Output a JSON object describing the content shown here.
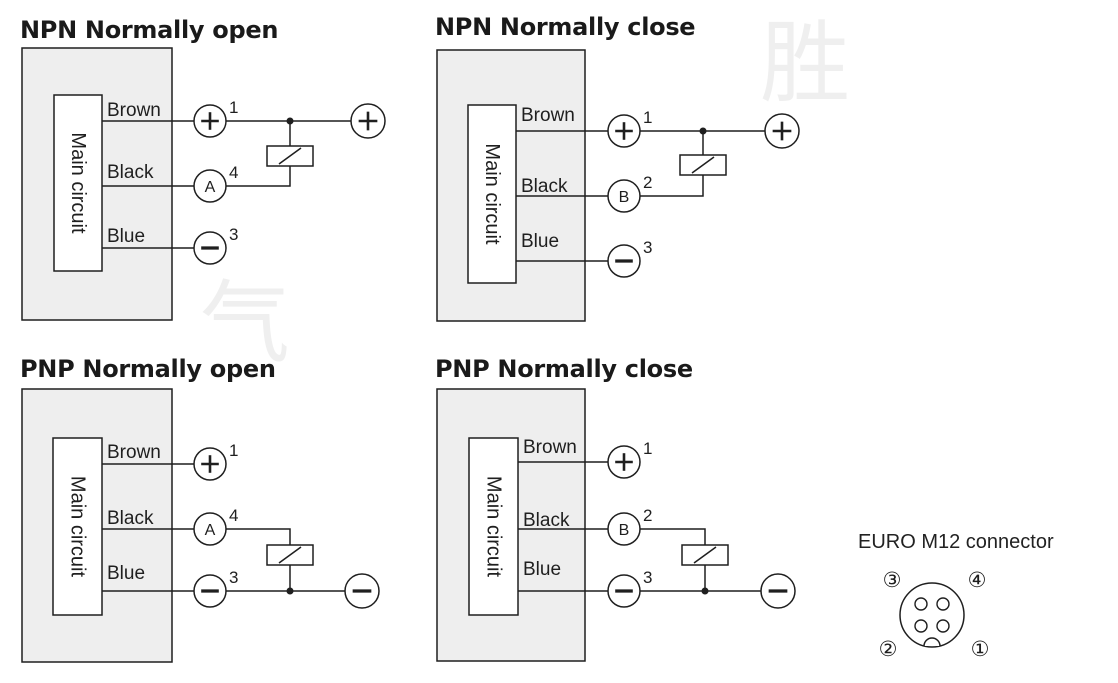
{
  "diagrams": [
    {
      "id": "npn-no",
      "title": "NPN Normally open",
      "body_label": "Main circuit",
      "wires": [
        {
          "label": "Brown",
          "terminal": "+",
          "pin": "1"
        },
        {
          "label": "Black",
          "terminal": "A",
          "pin": "4"
        },
        {
          "label": "Blue",
          "terminal": "−",
          "pin": "3"
        }
      ],
      "supply_terminal": "+"
    },
    {
      "id": "npn-nc",
      "title": "NPN Normally close",
      "body_label": "Main circuit",
      "wires": [
        {
          "label": "Brown",
          "terminal": "+",
          "pin": "1"
        },
        {
          "label": "Black",
          "terminal": "B",
          "pin": "2"
        },
        {
          "label": "Blue",
          "terminal": "−",
          "pin": "3"
        }
      ],
      "supply_terminal": "+"
    },
    {
      "id": "pnp-no",
      "title": "PNP Normally open",
      "body_label": "Main circuit",
      "wires": [
        {
          "label": "Brown",
          "terminal": "+",
          "pin": "1"
        },
        {
          "label": "Black",
          "terminal": "A",
          "pin": "4"
        },
        {
          "label": "Blue",
          "terminal": "−",
          "pin": "3"
        }
      ],
      "supply_terminal": "−"
    },
    {
      "id": "pnp-nc",
      "title": "PNP Normally close",
      "body_label": "Main circuit",
      "wires": [
        {
          "label": "Brown",
          "terminal": "+",
          "pin": "1"
        },
        {
          "label": "Black",
          "terminal": "B",
          "pin": "2"
        },
        {
          "label": "Blue",
          "terminal": "−",
          "pin": "3"
        }
      ],
      "supply_terminal": "−"
    }
  ],
  "connector": {
    "title": "EURO M12 connector",
    "pins": [
      "③",
      "④",
      "②",
      "①"
    ]
  },
  "colors": {
    "line": "#1f1f1f",
    "housing_fill": "#eeeeee",
    "circuit_fill": "#ffffff"
  }
}
